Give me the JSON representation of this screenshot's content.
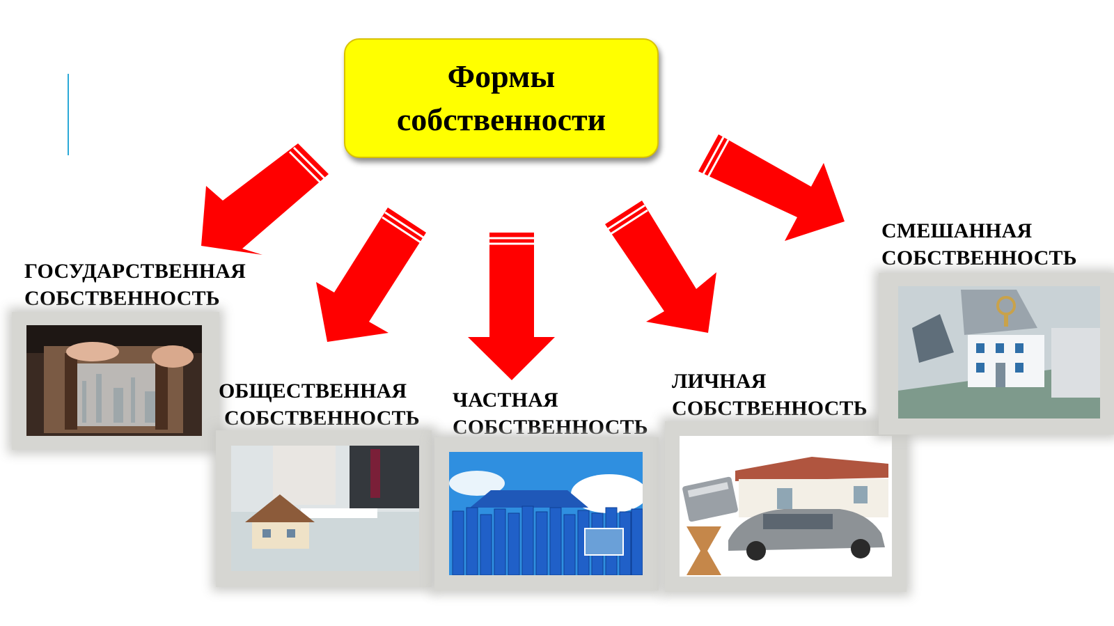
{
  "title": {
    "line1": "Формы",
    "line2": "собственности"
  },
  "categories": [
    {
      "id": "state",
      "line1": "ГОСУДАРСТВЕННАЯ",
      "line2": "СОБСТВЕННОСТЬ",
      "image": "briefcase-factory-image"
    },
    {
      "id": "public",
      "line1": "ОБЩЕСТВЕННАЯ",
      "line2": "СОБСТВЕННОСТЬ",
      "image": "house-model-contract-image"
    },
    {
      "id": "private",
      "line1": "ЧАСТНАЯ",
      "line2": "СОБСТВЕННОСТЬ",
      "image": "blue-fence-image"
    },
    {
      "id": "personal",
      "line1": "ЛИЧНАЯ",
      "line2": "СОБСТВЕННОСТЬ",
      "image": "house-car-calculator-image"
    },
    {
      "id": "mixed",
      "line1": "СМЕШАННАЯ",
      "line2": "СОБСТВЕННОСТЬ",
      "image": "house-keys-money-image"
    }
  ],
  "colors": {
    "title_fill": "#ffff00",
    "arrow": "#ff0000",
    "accent_line": "#2aa9d8",
    "frame": "#d6d6d2"
  }
}
